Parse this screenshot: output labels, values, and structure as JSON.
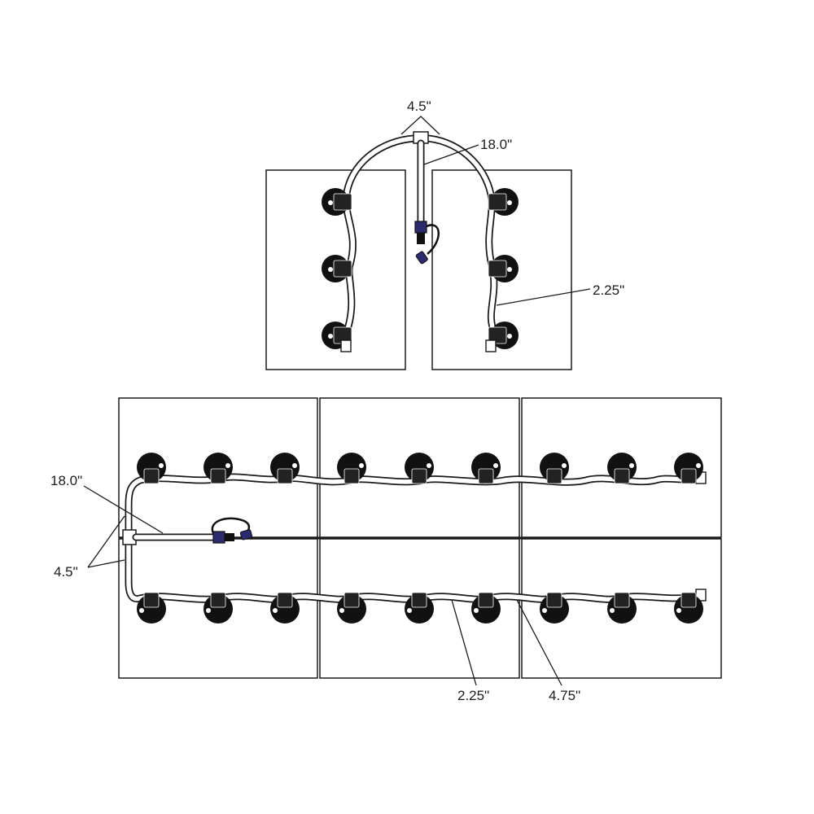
{
  "colors": {
    "line": "#1a1a1a",
    "emitter": "#111111",
    "connector": "#2b2b6e",
    "background": "#ffffff"
  },
  "top_assembly": {
    "labels": {
      "tee_spacing": "4.5\"",
      "feed_length": "18.0\"",
      "emitter_spacing": "2.25\""
    },
    "emitters_per_side": 3
  },
  "bottom_assembly": {
    "labels": {
      "feed_length": "18.0\"",
      "tee_spacing": "4.5\"",
      "short_spacing": "2.25\"",
      "long_spacing": "4.75\""
    },
    "emitters_per_row": 9
  }
}
